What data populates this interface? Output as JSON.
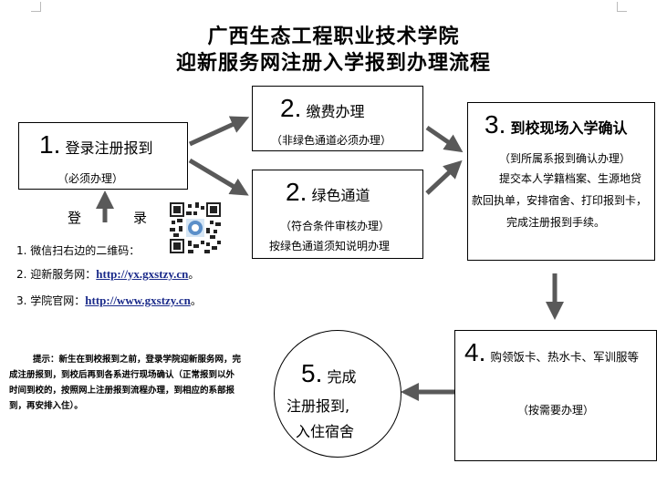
{
  "title": {
    "line1": "广西生态工程职业技术学院",
    "line2": "迎新服务网注册入学报到办理流程"
  },
  "step1": {
    "num": "1.",
    "label": "登录注册报到",
    "sub": "（必须办理）"
  },
  "step2a": {
    "num": "2.",
    "label": "缴费办理",
    "sub": "（非绿色通道必须办理）"
  },
  "step2b": {
    "num": "2.",
    "label": "绿色通道",
    "sub": "（符合条件审核办理）",
    "note": "按绿色通道须知说明办理"
  },
  "step3": {
    "num": "3.",
    "label": "到校现场入学确认",
    "sub": "（到所属系报到确认办理）",
    "detail1": "提交本人学籍档案、生源地贷",
    "detail2": "款回执单，安排宿舍、打印报到卡，",
    "detail3": "完成注册报到手续。"
  },
  "step4": {
    "num": "4.",
    "label": "购领饭卡、热水卡、军训服等",
    "sub": "（按需要办理）"
  },
  "step5": {
    "num": "5.",
    "label1": "完成",
    "label2": "注册报到,",
    "label3": "入住宿舍"
  },
  "login": {
    "heading_a": "登",
    "heading_b": "录",
    "item1": "1. 微信扫右边的二维码：",
    "item2_prefix": "2. 迎新服务网：",
    "item2_link": "http://yx.gxstzy.cn",
    "item2_suffix": "。",
    "item3_prefix": "3. 学院官网：",
    "item3_link": "http://www.gxstzy.cn",
    "item3_suffix": "。"
  },
  "tip": {
    "line1": "提示：新生在到校报到之前，登录学院迎新服务网，完",
    "line2": "成注册报到，到校后再到各系进行现场确认（正常报到以外",
    "line3": "时间到校的，按照网上注册报到流程办理，到相应的系部报",
    "line4": "到，再安排入住）。"
  },
  "colors": {
    "arrow": "#595959",
    "box_border": "#000000",
    "link": "#1a2a8a"
  }
}
